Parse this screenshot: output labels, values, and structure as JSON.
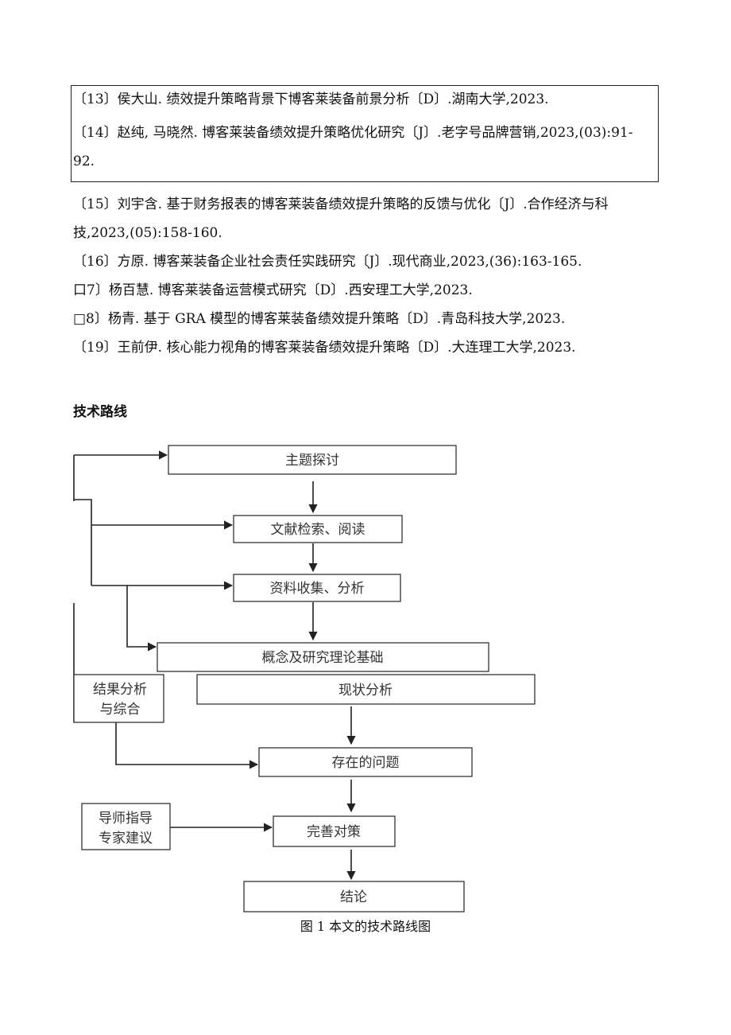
{
  "references": [
    "〔13〕侯大山. 绩效提升策略背景下博客莱装备前景分析〔D〕.湖南大学,2023.",
    "〔14〕赵纯, 马晓然. 博客莱装备绩效提升策略优化研究〔J〕.老字号品牌营销,2023,(03):91-",
    "92.",
    "〔15〕刘宇含. 基于财务报表的博客莱装备绩效提升策略的反馈与优化〔J〕.合作经济与科",
    "技,2023,(05):158-160.",
    "〔16〕方原. 博客莱装备企业社会责任实践研究〔J〕.现代商业,2023,(36):163-165.",
    "口7〕杨百慧. 博客莱装备运营模式研究〔D〕.西安理工大学,2023.",
    "□8〕杨青. 基于 GRA 模型的博客莱装备绩效提升策略〔D〕.青岛科技大学,2023.",
    "〔19〕王前伊. 核心能力视角的博客莱装备绩效提升策略〔D〕.大连理工大学,2023."
  ],
  "section_heading": "技术路线",
  "flowchart": {
    "topic": "主题探讨",
    "literature": "文献检索、阅读",
    "collection": "资料收集、分析",
    "concepts": "概念及研究理论基础",
    "status": "现状分析",
    "problems": "存在的问题",
    "results_line1": "结果分析",
    "results_line2": "与综合",
    "advisor_line1": "导师指导",
    "advisor_line2": "专家建议",
    "measures": "完善对策",
    "conclusion": "结论"
  },
  "figure_caption": "图 1 本文的技术路线图"
}
